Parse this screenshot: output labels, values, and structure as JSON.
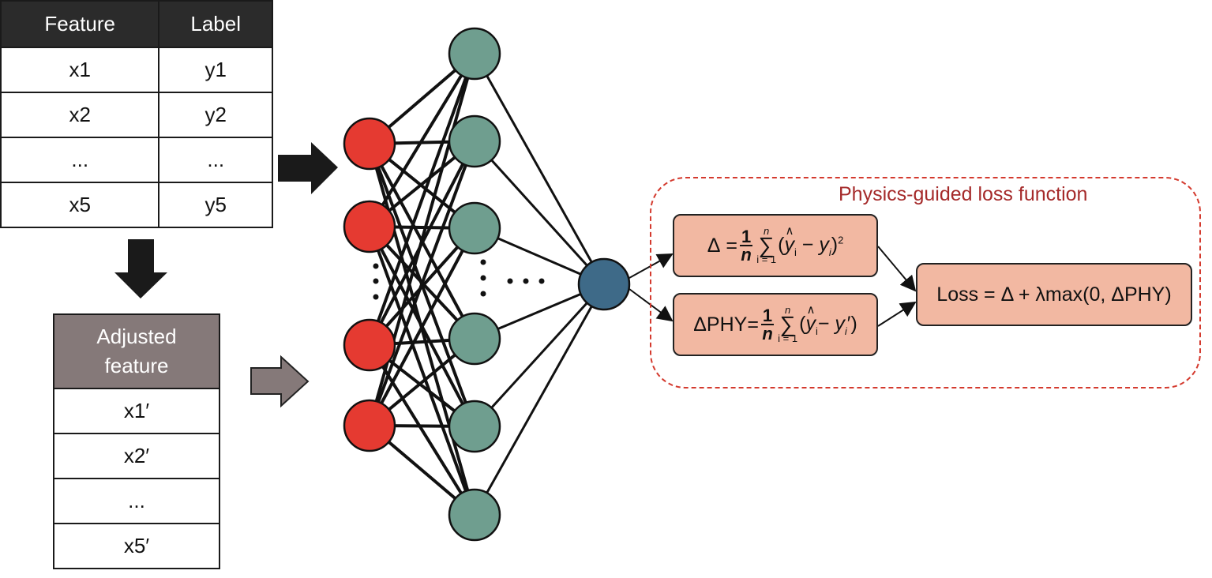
{
  "feature_table": {
    "headers": [
      "Feature",
      "Label"
    ],
    "rows": [
      [
        "x1",
        "y1"
      ],
      [
        "x2",
        "y2"
      ],
      [
        "...",
        "..."
      ],
      [
        "x5",
        "y5"
      ]
    ]
  },
  "adjusted_table": {
    "header_line1": "Adjusted",
    "header_line2": "feature",
    "rows": [
      "x1′",
      "x2′",
      "...",
      "x5′"
    ]
  },
  "loss": {
    "title": "Physics-guided loss function",
    "delta_lhs": "Δ",
    "dphy_lhs": "ΔPHY",
    "one": "1",
    "n": "n",
    "sum_top": "n",
    "sum_bot": "i = 1",
    "total": "Loss = Δ + λmax(0, ΔPHY)"
  },
  "colors": {
    "input_node": "#e53a31",
    "hidden_node": "#6f9e8f",
    "output_node": "#3e6a88",
    "formula_fill": "#f2b8a2",
    "dashed_border": "#d43a2e",
    "title_color": "#a52a2a",
    "feature_header": "#2b2b2b",
    "adjusted_header": "#857979"
  }
}
